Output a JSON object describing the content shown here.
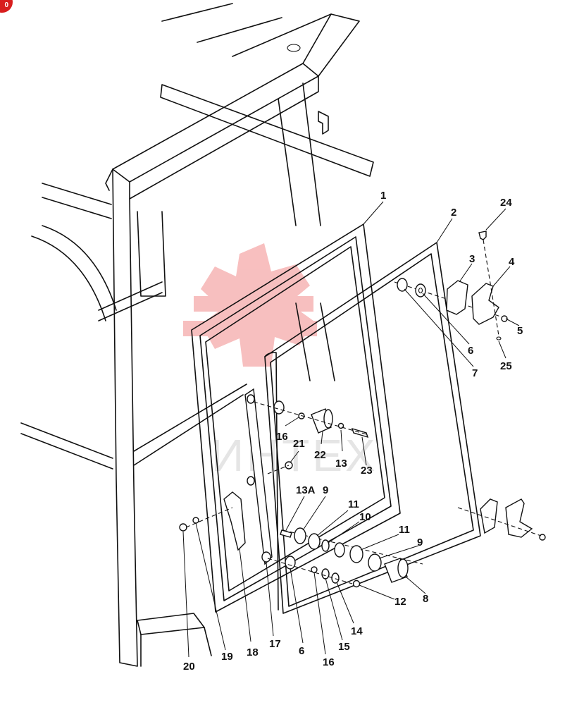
{
  "watermark": {
    "text": "ИНТЕХ",
    "color": "#f28b8b"
  },
  "corner_badge": {
    "text": "0",
    "color": "#d81e1e"
  },
  "callouts": {
    "c1": "1",
    "c2": "2",
    "c3": "3",
    "c4": "4",
    "c5": "5",
    "c6a": "6",
    "c6b": "6",
    "c7": "7",
    "c8": "8",
    "c9a": "9",
    "c9b": "9",
    "c10": "10",
    "c11a": "11",
    "c11b": "11",
    "c12": "12",
    "c13": "13",
    "c13a": "13A",
    "c14": "14",
    "c15": "15",
    "c16a": "16",
    "c16b": "16",
    "c17": "17",
    "c18": "18",
    "c19": "19",
    "c20": "20",
    "c21": "21",
    "c22": "22",
    "c23": "23",
    "c24": "24",
    "c25": "25"
  }
}
